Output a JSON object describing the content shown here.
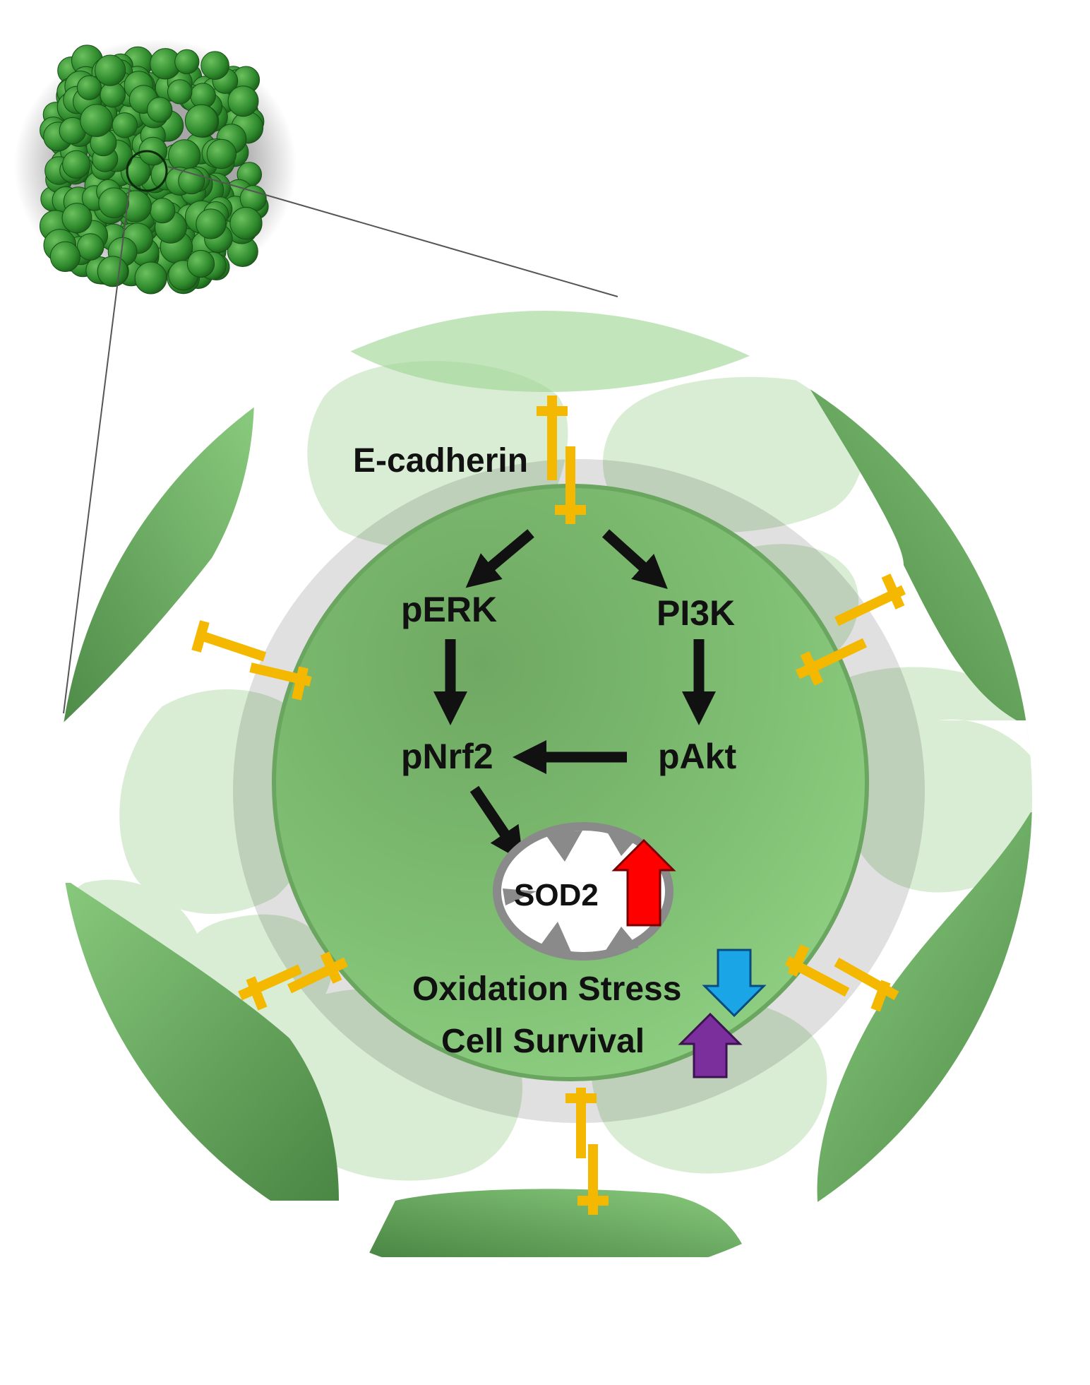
{
  "labels": {
    "e_cadherin": "E-cadherin",
    "perk": "pERK",
    "pi3k": "PI3K",
    "pnrf2": "pNrf2",
    "pakt": "pAkt",
    "sod2": "SOD2",
    "oxidation_stress": "Oxidation Stress",
    "cell_survival": "Cell Survival"
  },
  "colors": {
    "cell_green": "#7fbf73",
    "dark_green": "#4f8f48",
    "light_green": "#d7ecd2",
    "cadherin_gold": "#f5b800",
    "arrow_black": "#111111",
    "up_red": "#ff0000",
    "down_blue": "#1aa6e6",
    "up_purple": "#7a2f9c"
  },
  "icons": {
    "spheroid": "cell-spheroid-icon",
    "mitochondrion": "mitochondrion-icon",
    "red_up_arrow": "increase-arrow-icon",
    "blue_down_arrow": "decrease-arrow-icon",
    "purple_up_arrow": "increase-arrow-icon"
  }
}
